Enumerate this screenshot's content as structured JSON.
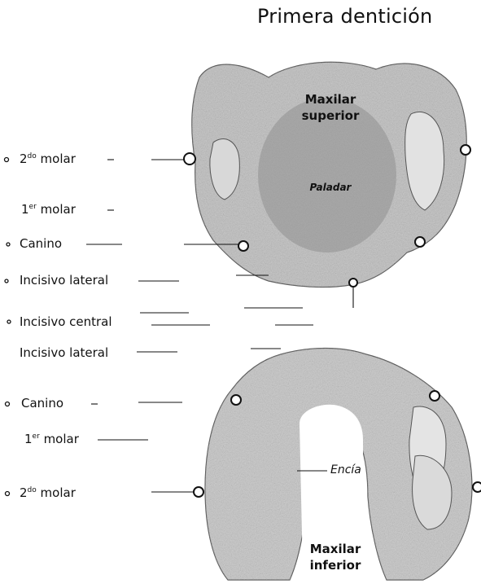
{
  "title": "Primera dentición",
  "upper_labels": {
    "molar2_num": "2",
    "molar2_sup": "do",
    "molar2_text": " molar",
    "molar1_num": "1",
    "molar1_sup": "er",
    "molar1_text": " molar",
    "canino": "Canino",
    "incisivo_lateral": "Incisivo lateral",
    "incisivo_central": "Incisivo central"
  },
  "lower_labels": {
    "incisivo_lateral": "Incisivo lateral",
    "canino": "Canino",
    "molar1_num": "1",
    "molar1_sup": "er",
    "molar1_text": " molar",
    "molar2_num": "2",
    "molar2_sup": "do",
    "molar2_text": " molar"
  },
  "upper_jaw": {
    "name_line1": "Maxilar",
    "name_line2": "superior",
    "palate": "Paladar"
  },
  "lower_jaw": {
    "name_line1": "Maxilar",
    "name_line2": "inferior",
    "gum": "Encía"
  },
  "colors": {
    "ink": "#111111",
    "jaw_gray": "#b8b8b8",
    "jaw_dark": "#8a8a8a"
  }
}
